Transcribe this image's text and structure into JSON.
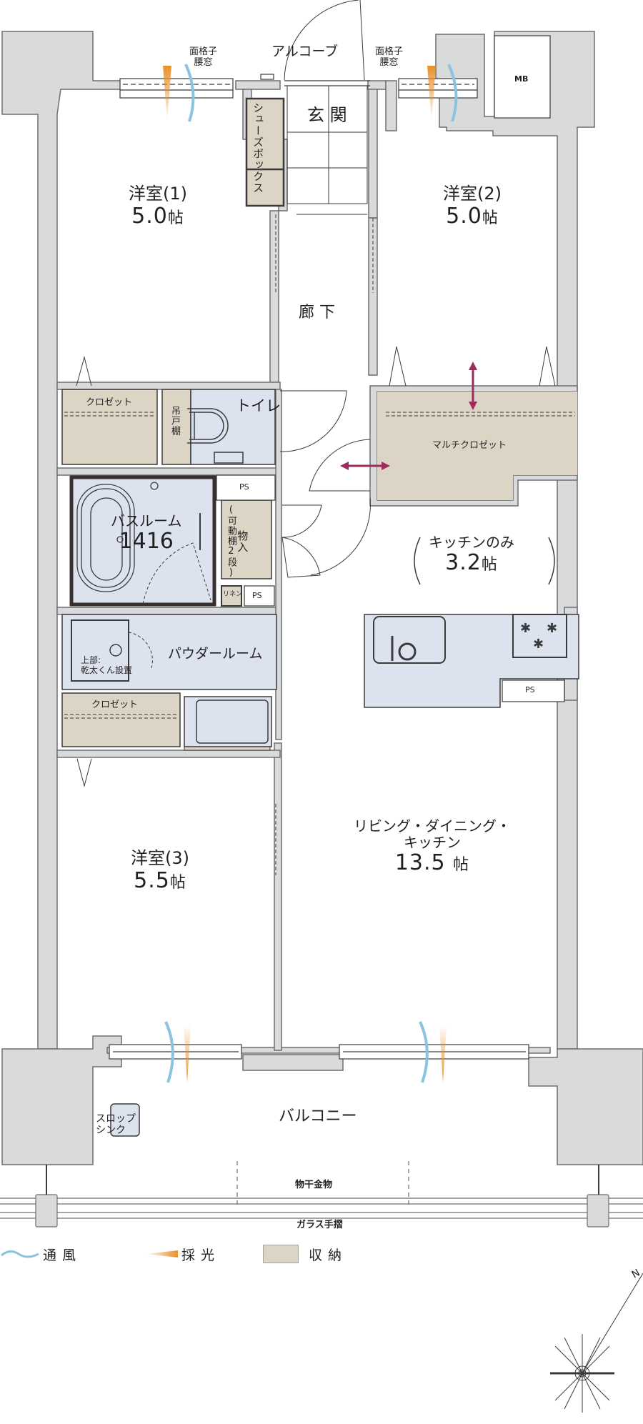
{
  "floorplan": {
    "colors": {
      "wall": "#d9dadb",
      "wall_stroke": "#6d6e70",
      "storage": "#dcd5c5",
      "wet_area": "#dce3ef",
      "arrow": "#9b2c5b",
      "light_orange": "#e8902a",
      "wind_blue": "#8cc3dd",
      "line": "#3a3a3a"
    },
    "exterior_labels": {
      "alcove": "アルコーブ",
      "window_left": "面格子\n腰窓",
      "window_left_line1": "面格子",
      "window_left_line2": "腰窓",
      "window_right_line1": "面格子",
      "window_right_line2": "腰窓",
      "mb": "MB"
    },
    "rooms": {
      "western1": {
        "name": "洋室(1)",
        "size": "5.0",
        "unit": "帖"
      },
      "western2": {
        "name": "洋室(2)",
        "size": "5.0",
        "unit": "帖"
      },
      "western3": {
        "name": "洋室(3)",
        "size": "5.5",
        "unit": "帖"
      },
      "entrance": {
        "name": "玄 関"
      },
      "hallway": {
        "name": "廊 下"
      },
      "shoe_box": {
        "name": "シューズボックス"
      },
      "closet1": {
        "name": "クロゼット"
      },
      "closet2": {
        "name": "クロゼット"
      },
      "hanging_shelf": {
        "name": "吊戸棚"
      },
      "toilet": {
        "name": "トイレ"
      },
      "ps1": {
        "name": "PS"
      },
      "ps2": {
        "name": "PS"
      },
      "ps3": {
        "name": "PS"
      },
      "bathroom": {
        "name": "バスルーム",
        "size": "1416"
      },
      "storage": {
        "name": "物入",
        "note": "(可動棚2段)"
      },
      "linen": {
        "name": "リネン"
      },
      "powder_room": {
        "name": "パウダールーム",
        "note_line1": "上部:",
        "note_line2": "乾太くん設置"
      },
      "multi_closet": {
        "name": "マルチクロゼット"
      },
      "kitchen_only": {
        "name": "キッチンのみ",
        "size": "3.2",
        "unit": "帖"
      },
      "ldk": {
        "name_line1": "リビング・ダイニング・",
        "name_line2": "キッチン",
        "size": "13.5",
        "unit": "帖"
      },
      "balcony": {
        "name": "バルコニー"
      },
      "slop_sink": {
        "name_line1": "スロップ",
        "name_line2": "シンク"
      },
      "laundry_hardware": {
        "name": "物干金物"
      },
      "glass_railing": {
        "name": "ガラス手摺"
      }
    }
  },
  "legend": {
    "items": [
      {
        "icon": "wind-icon",
        "label": "通風"
      },
      {
        "icon": "light-icon",
        "label": "採光"
      },
      {
        "icon": "storage-swatch-icon",
        "label": "収納"
      }
    ]
  },
  "compass": {
    "label": "N"
  }
}
